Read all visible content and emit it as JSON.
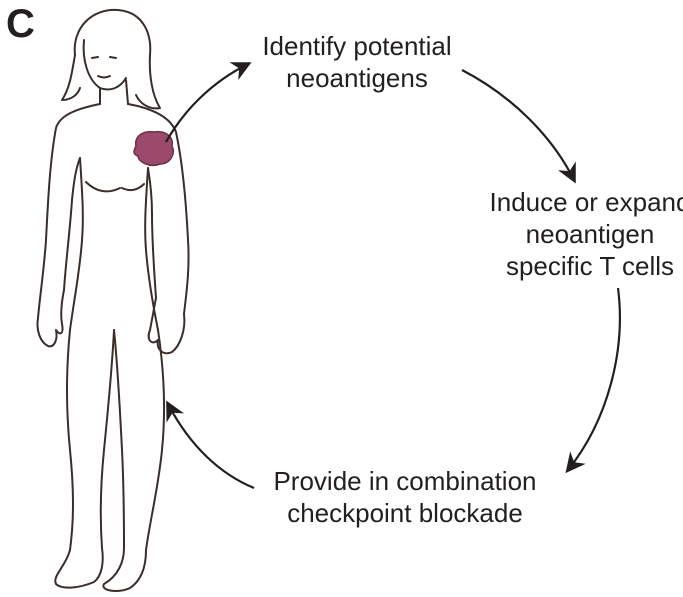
{
  "panel": {
    "letter": "C"
  },
  "figure": {
    "icon": "female-body-outline",
    "tumor_icon": "tumor-blob",
    "tumor_color": "#9b4a6b",
    "outline_color": "#3a2e2a"
  },
  "cycle": {
    "steps": [
      {
        "lines": [
          "Identify potential",
          "neoantigens"
        ]
      },
      {
        "lines": [
          "Induce or expand",
          "neoantigen",
          "specific T cells"
        ]
      },
      {
        "lines": [
          "Provide in combination",
          "checkpoint blockade"
        ]
      }
    ],
    "arrow_color": "#231f20"
  }
}
